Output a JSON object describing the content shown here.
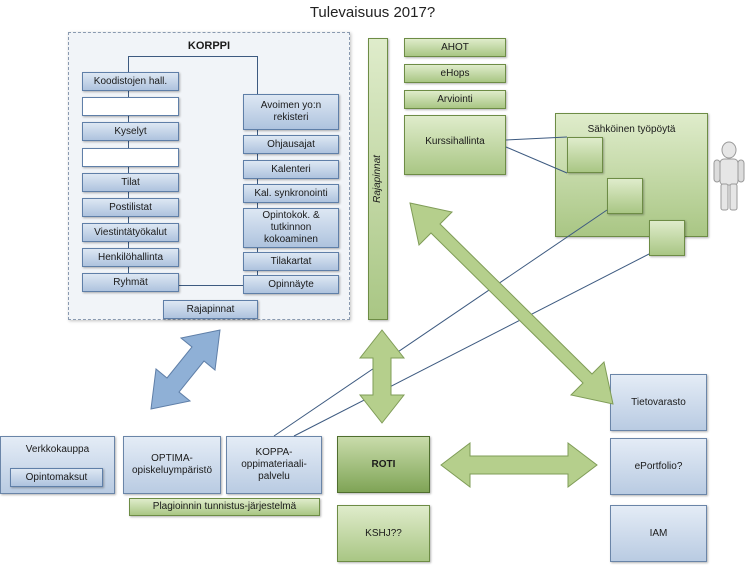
{
  "title": "Tulevaisuus 2017?",
  "korppi": {
    "title": "KORPPI",
    "left_items": [
      "Koodistojen hall.",
      "",
      "Kyselyt",
      "",
      "Tilat",
      "Postilistat",
      "Viestintätyökalut",
      "Henkilöhallinta",
      "Ryhmät"
    ],
    "right_items": [
      "Avoimen yo:n rekisteri",
      "Ohjausajat",
      "Kalenteri",
      "Kal. synkronointi",
      "Opintokok. & tutkinnon kokoaminen",
      "Tilakartat",
      "Opinnäyte"
    ],
    "rajapinnat": "Rajapinnat"
  },
  "rajapinnat_vertical": "Rajapinnat",
  "top_green": [
    "AHOT",
    "eHops",
    "Arviointi",
    "Kurssihallinta"
  ],
  "sahkoinen_tyopoyta": "Sähköinen työpöytä",
  "bottom": {
    "verkkokauppa": "Verkkokauppa",
    "opintomaksut": "Opintomaksut",
    "optima": "OPTIMA-opiskeluympäristö",
    "koppa": "KOPPA-oppimateriaali-palvelu",
    "plagiointi": "Plagioinnin tunnistus-järjestelmä",
    "roti": "ROTI",
    "kshj": "KSHJ??"
  },
  "right_boxes": [
    "Tietovarasto",
    "ePortfolio?",
    "IAM"
  ],
  "colors": {
    "blue_box": "#aec3de",
    "green_box": "#a9c684",
    "green_dark": "#7fa456",
    "arrow_green": "#b5cf8c",
    "arrow_blue": "#8fb0d6"
  }
}
